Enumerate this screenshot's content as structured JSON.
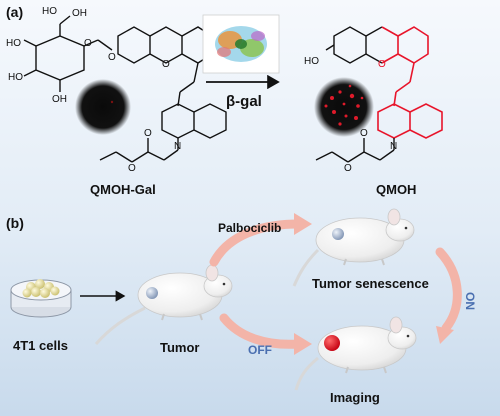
{
  "panel_a": {
    "label": "(a)",
    "probe_name": "QMOH-Gal",
    "product_name": "QMOH",
    "enzyme_label": "β-gal",
    "atoms": {
      "O": "O",
      "OH": "OH",
      "HO": "HO",
      "N": "N"
    }
  },
  "panel_b": {
    "label": "(b)",
    "cells_label": "4T1 cells",
    "tumor_label": "Tumor",
    "drug_label": "Palbociclib",
    "senescence_label": "Tumor senescence",
    "imaging_label": "Imaging",
    "off_label": "OFF",
    "on_label": "ON"
  },
  "colors": {
    "product_highlight": "#e8152b",
    "switch_text": "#4a6fb0",
    "arrow_pink": "#f3b4a8",
    "background_top": "#f4f8fd",
    "background_bottom": "#c9dcee"
  }
}
